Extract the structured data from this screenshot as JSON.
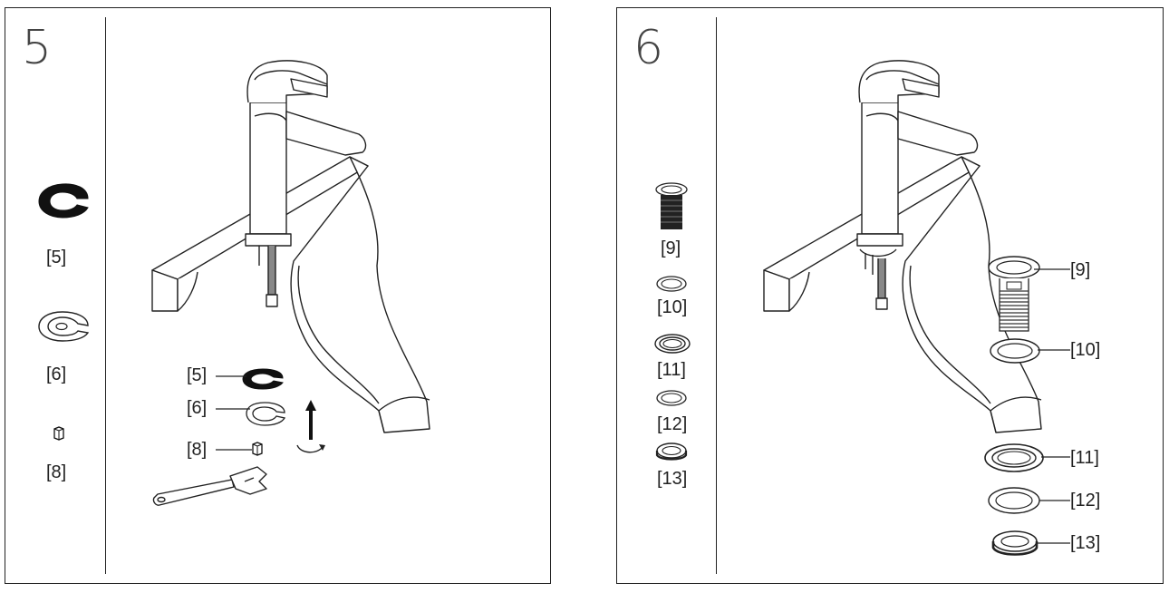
{
  "panels": [
    {
      "step": "5",
      "parts_list": [
        {
          "label": "[5]",
          "part": "e-clip-black"
        },
        {
          "label": "[6]",
          "part": "e-clip-outline"
        },
        {
          "label": "[8]",
          "part": "hex-nut"
        }
      ],
      "callouts": [
        "[5]",
        "[6]",
        "[8]"
      ]
    },
    {
      "step": "6",
      "parts_list": [
        {
          "label": "[9]",
          "part": "waste-body"
        },
        {
          "label": "[10]",
          "part": "flat-washer"
        },
        {
          "label": "[11]",
          "part": "flange-washer"
        },
        {
          "label": "[12]",
          "part": "flat-washer"
        },
        {
          "label": "[13]",
          "part": "lock-nut"
        }
      ],
      "callouts": [
        "[9]",
        "[10]",
        "[11]",
        "[12]",
        "[13]"
      ]
    }
  ]
}
